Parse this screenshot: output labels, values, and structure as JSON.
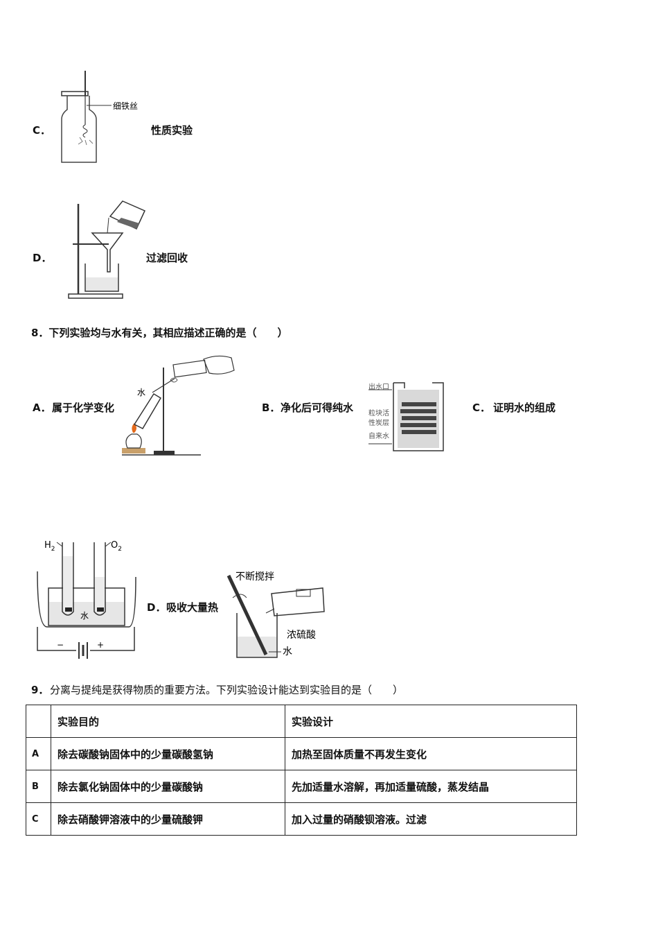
{
  "q7": {
    "c": {
      "letter": "C．",
      "text": "性质实验",
      "fig_label": "细铁丝"
    },
    "d": {
      "letter": "D．",
      "text": "过滤回收"
    }
  },
  "q8": {
    "stem": "8．下列实验均与水有关，其相应描述正确的是（　　）",
    "a": {
      "letter": "A．",
      "text": "属于化学变化",
      "fig_label": "水"
    },
    "b": {
      "letter": "B．",
      "text": "净化后可得纯水",
      "fig_labels": [
        "出水口",
        "粒块活",
        "性炭层",
        "自来水"
      ]
    },
    "c": {
      "letter": "C．",
      "text": "证明水的组成",
      "fig_labels": {
        "h2": "H",
        "o2": "O",
        "sub": "2",
        "water": "水",
        "minus": "−",
        "plus": "+"
      }
    },
    "d": {
      "letter": "D．",
      "text": "吸收大量热",
      "fig_labels": [
        "不断搅拌",
        "浓硫酸",
        "水"
      ]
    }
  },
  "q9": {
    "stem_num": "9．",
    "stem": "分离与提纯是获得物质的重要方法。下列实验设计能达到实验目的是（　　）",
    "table": {
      "headers": [
        "",
        "实验目的",
        "实验设计"
      ],
      "rows": [
        {
          "key": "A",
          "goal": "除去碳酸钠固体中的少量碳酸氢钠",
          "design": "加热至固体质量不再发生变化"
        },
        {
          "key": "B",
          "goal": "除去氯化钠固体中的少量碳酸钠",
          "design": "先加适量水溶解，再加适量硫酸，蒸发结晶"
        },
        {
          "key": "C",
          "goal": "除去硝酸钾溶液中的少量硫酸钾",
          "design": "加入过量的硝酸钡溶液。过滤"
        }
      ]
    }
  }
}
